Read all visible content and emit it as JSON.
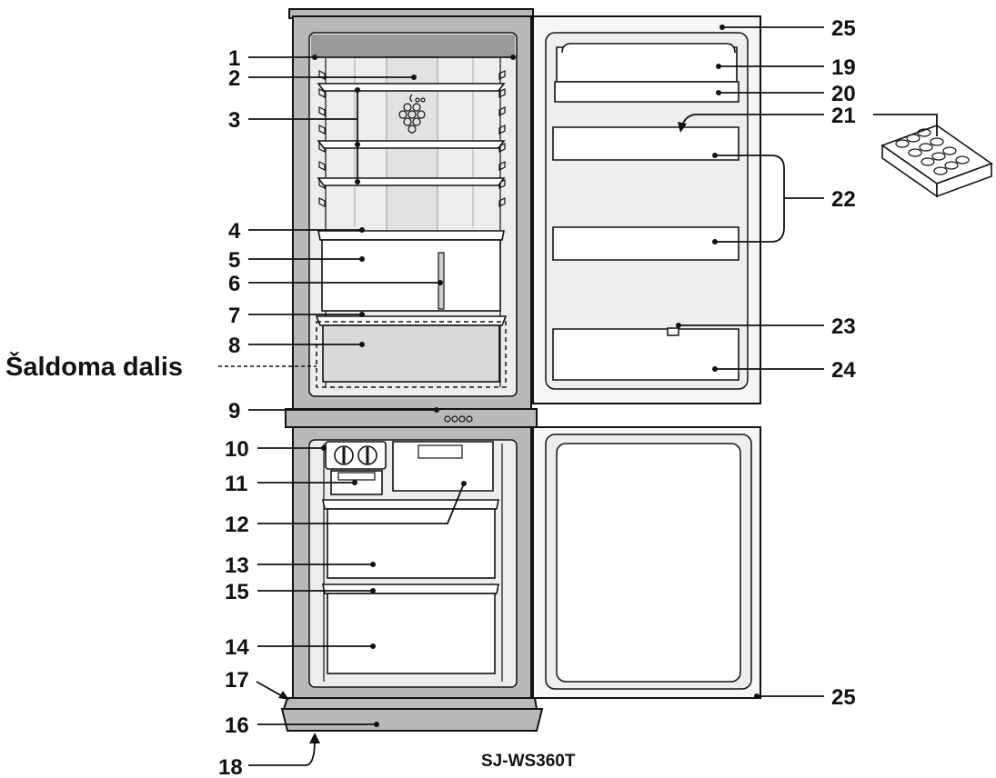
{
  "model": "SJ-WS360T",
  "zone_label": "Šaldoma dalis",
  "colors": {
    "body": "#b9b9b9",
    "cavity": "#ededed",
    "door": "#f6f6f6",
    "ink": "#111111"
  },
  "callouts": {
    "n1": "1",
    "n2": "2",
    "n3": "3",
    "n4": "4",
    "n5": "5",
    "n6": "6",
    "n7": "7",
    "n8": "8",
    "n9": "9",
    "n10": "10",
    "n11": "11",
    "n12": "12",
    "n13": "13",
    "n14": "14",
    "n15": "15",
    "n16": "16",
    "n17": "17",
    "n18": "18",
    "n19": "19",
    "n20": "20",
    "n21": "21",
    "n22": "22",
    "n23": "23",
    "n24": "24",
    "n25_top": "25",
    "n25_bottom": "25"
  }
}
